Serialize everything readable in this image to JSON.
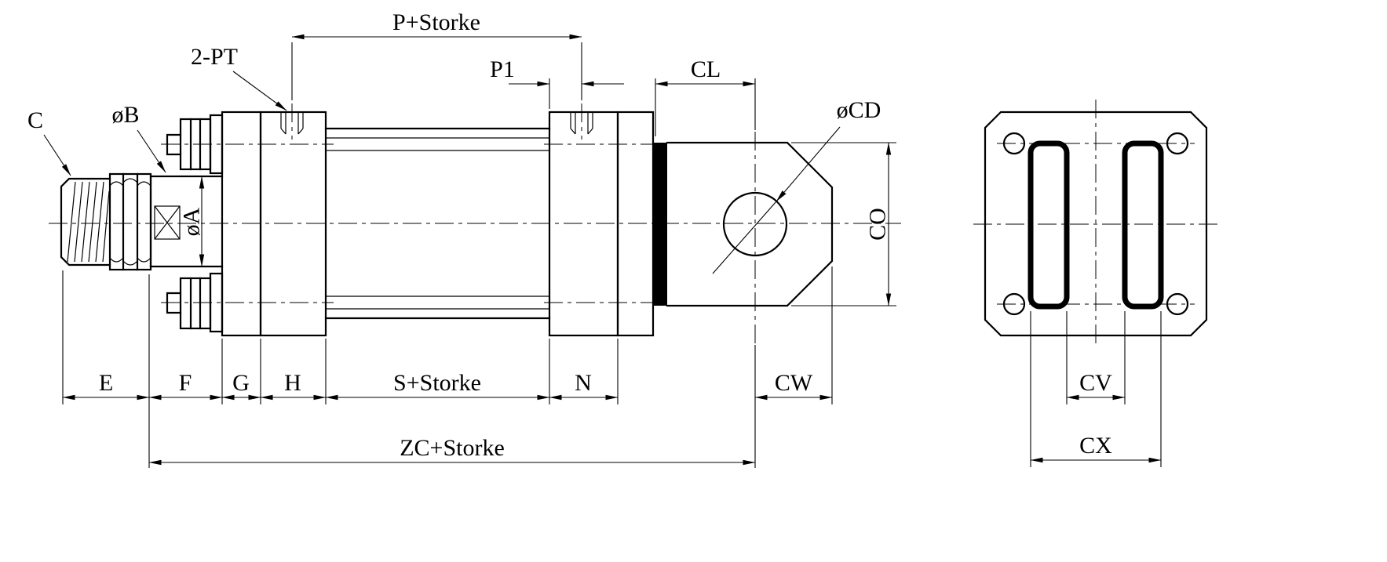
{
  "labels": {
    "c": "C",
    "dia_b": "øB",
    "dia_a": "øA",
    "two_pt": "2-PT",
    "dia_cd": "øCD"
  },
  "dims": {
    "p_storke": "P+Storke",
    "p1": "P1",
    "cl": "CL",
    "co": "CO",
    "e": "E",
    "f": "F",
    "g": "G",
    "h": "H",
    "s_storke": "S+Storke",
    "n": "N",
    "cw": "CW",
    "zc_storke": "ZC+Storke",
    "cv": "CV",
    "cx": "CX"
  },
  "colors": {
    "line": "#000000",
    "background": "#ffffff"
  }
}
